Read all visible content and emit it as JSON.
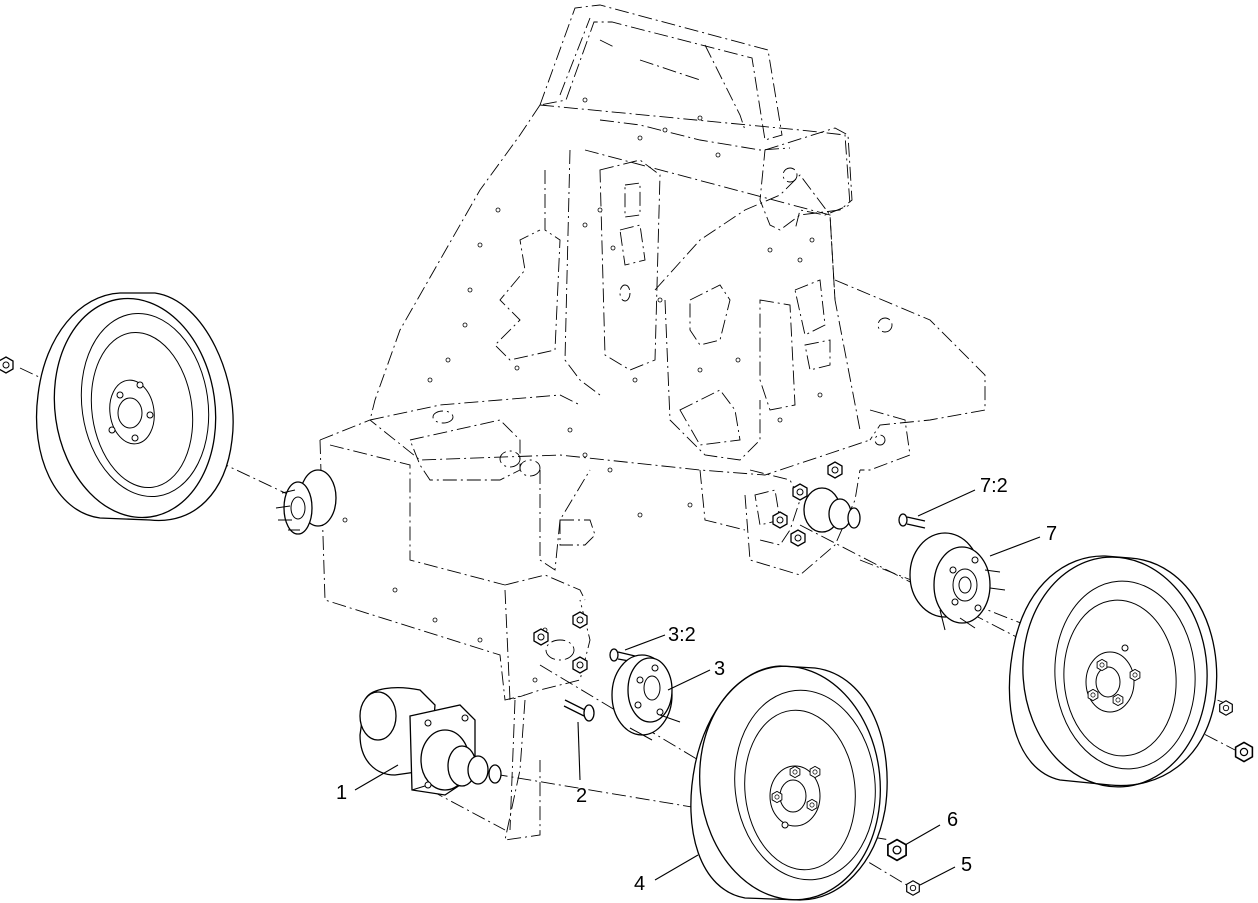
{
  "callouts": {
    "c1": "1",
    "c2": "2",
    "c3": "3",
    "c3_2": "3:2",
    "c4": "4",
    "c5": "5",
    "c6": "6",
    "c7": "7",
    "c7_2": "7:2"
  }
}
